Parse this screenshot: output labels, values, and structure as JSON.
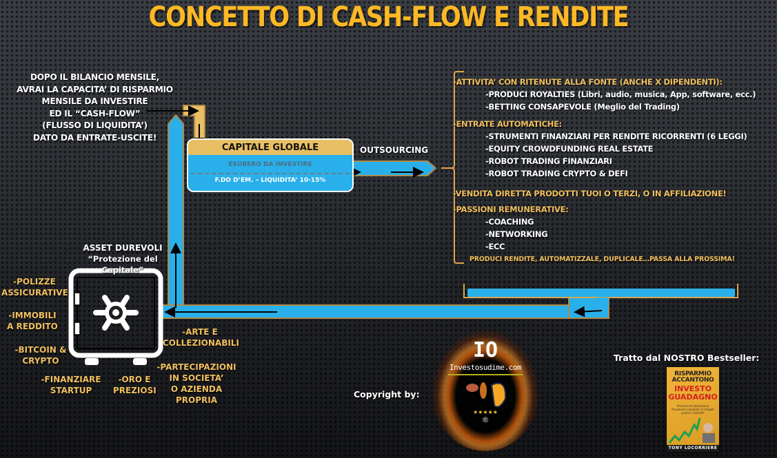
{
  "title": "CONCETTO DI CASH-FLOW E RENDITE",
  "intro_lines": [
    "DOPO IL BILANCIO MENSILE,",
    "AVRAI LA CAPACITA’ DI RISPARMIO",
    "MENSILE DA INVESTIRE",
    "ED IL “CASH-FLOW”",
    "(FLUSSO DI LIQUIDITA’)",
    "DATO DA ENTRATE-USCITE!"
  ],
  "capital_box": {
    "header": "CAPITALE GLOBALE",
    "surplus": "ESUBERO DA INVESTIRE",
    "emergency_fund": "F.DO D’EM. – LIQUIDITA’ 10-15%"
  },
  "outsourcing_label": "OUTSOURCING",
  "income_list": {
    "categories": [
      {
        "label": "-ATTIVITA’ CON RITENUTE ALLA FONTE (ANCHE X DIPENDENTI):",
        "items": [
          "-PRODUCI ROYALTIES (Libri, audio, musica, App, software, ecc.)",
          "-BETTING CONSAPEVOLE (Meglio del Trading)"
        ]
      },
      {
        "label": "-ENTRATE AUTOMATICHE:",
        "items": [
          "-STRUMENTI FINANZIARI PER RENDITE RICORRENTI (6 LEGGI)",
          "-EQUITY CROWDFUNDING REAL ESTATE",
          "-ROBOT TRADING FINANZIARI",
          "-ROBOT TRADING CRYPTO & DEFI"
        ]
      },
      {
        "label": "-VENDITA DIRETTA PRODOTTI TUOI O TERZI, O IN AFFILIAZIONE!",
        "items": []
      },
      {
        "label": "-PASSIONI REMUNERATIVE:",
        "items": [
          "-COACHING",
          "-NETWORKING",
          "-ECC"
        ]
      }
    ],
    "closing": "PRODUCI RENDITE, AUTOMATIZZALE, DUPLICALE…PASSA ALLA PROSSIMA!"
  },
  "durable_assets": {
    "title": "ASSET DUREVOLI",
    "subtitle": "“Protezione del Capitale”",
    "icon": "safe-icon",
    "items": [
      {
        "l1": "-POLIZZE",
        "l2": "ASSICURATIVE"
      },
      {
        "l1": "-IMMOBILI",
        "l2": "A REDDITO"
      },
      {
        "l1": "-BITCOIN &",
        "l2": "CRYPTO"
      },
      {
        "l1": "-FINANZIARE",
        "l2": "STARTUP"
      },
      {
        "l1": "-ORO E",
        "l2": "PREZIOSI"
      },
      {
        "l1": "-PARTECIPAZIONI",
        "l2": "IN SOCIETA’",
        "l3": "O AZIENDA",
        "l4": "PROPRIA"
      },
      {
        "l1": "-ARTE E",
        "l2": "COLLEZIONABILI"
      }
    ]
  },
  "footer": {
    "copyright_label": "Copyright by:",
    "logo": {
      "io": "IO",
      "site": "Investosudime.com",
      "stars": "★★★★★",
      "reg": "®"
    },
    "bestseller_label": "Tratto dal NOSTRO Bestseller:",
    "book": {
      "line1": "RISPARMIO",
      "line2": "ACCANTONO",
      "line3": "INVESTO",
      "line4": "GUADAGNO",
      "tagline": "Percorso di educazione finanziaria completo di allegati pratici e potenti!",
      "author": "TONY LOCORRIERE"
    }
  },
  "colors": {
    "title": "#fdb825",
    "pipe_blue": "#29b0eb",
    "pipe_border": "#b08a4a",
    "gold_text": "#f0c060",
    "capital_header": "#e8bf63"
  }
}
